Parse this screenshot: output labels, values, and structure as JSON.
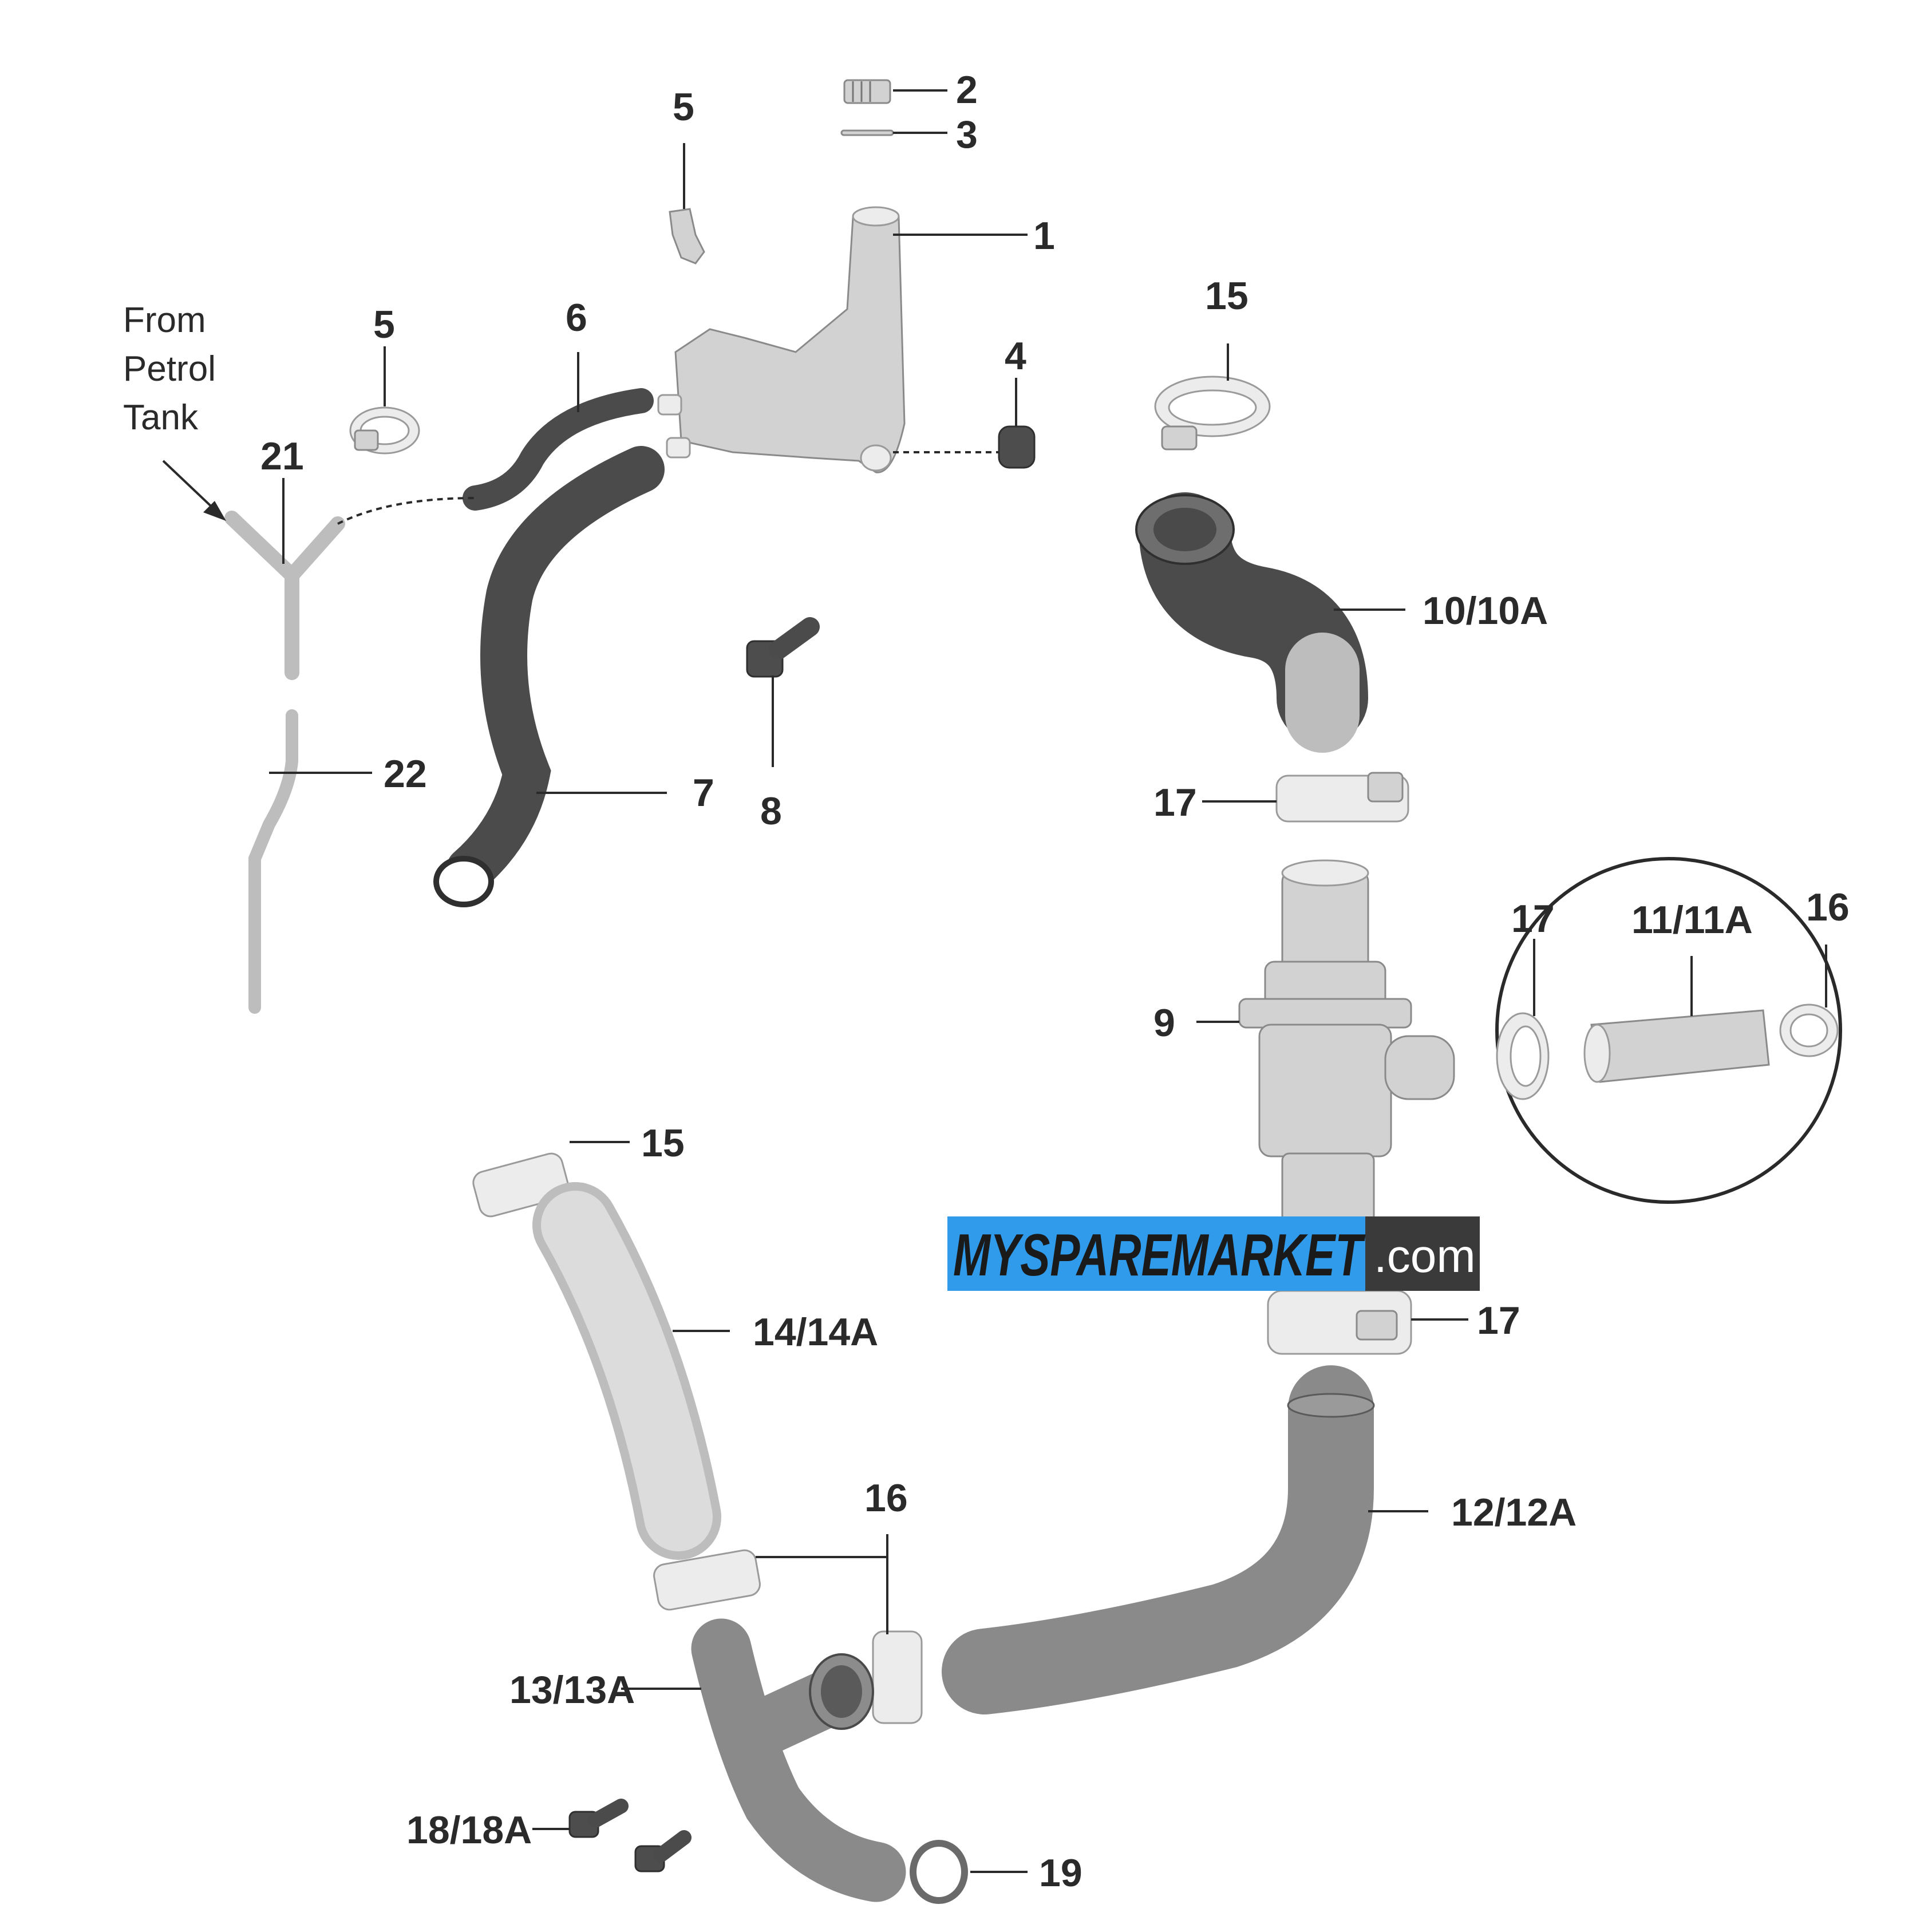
{
  "callouts": {
    "c1": "1",
    "c2": "2",
    "c3": "3",
    "c4": "4",
    "c5a": "5",
    "c5b": "5",
    "c6": "6",
    "c7": "7",
    "c8": "8",
    "c9": "9",
    "c10": "10/10A",
    "c11": "11/11A",
    "c12": "12/12A",
    "c13": "13/13A",
    "c14": "14/14A",
    "c15a": "15",
    "c15b": "15",
    "c16a": "16",
    "c16b": "16",
    "c17a": "17",
    "c17b": "17",
    "c17c": "17",
    "c18": "18/18A",
    "c19": "19",
    "c21": "21",
    "c22": "22"
  },
  "note": {
    "line1": "From",
    "line2": "Petrol",
    "line3": "Tank"
  },
  "watermark": {
    "main": "MYSPAREMARKET",
    "suffix": ".com"
  },
  "colors": {
    "watermark_blue": "#2f9bea",
    "watermark_dark": "#3a3a3a"
  }
}
